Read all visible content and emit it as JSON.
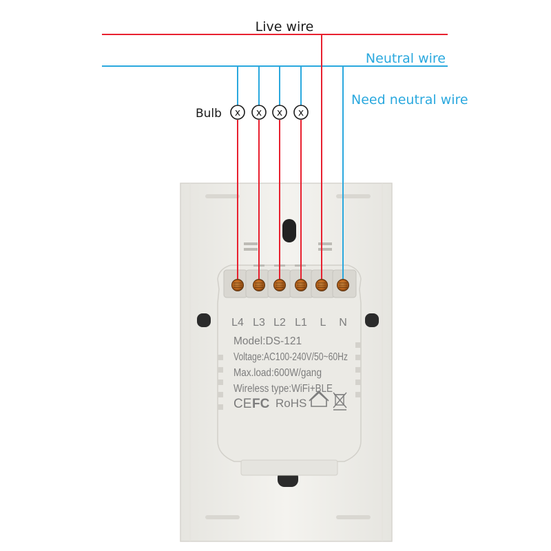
{
  "labels": {
    "live": "Live wire",
    "neutral": "Neutral wire",
    "need_neutral": "Need neutral wire",
    "bulb": "Bulb",
    "bulb_symbol": "x"
  },
  "terminals": [
    "L4",
    "L3",
    "L2",
    "L1",
    "L",
    "N"
  ],
  "specs": {
    "model": "Model:DS-121",
    "voltage": "Voltage:AC100-240V/50~60Hz",
    "max_load": "Max.load:600W/gang",
    "wireless": "Wireless type:WiFi+BLE"
  },
  "marks": {
    "ce": "CE",
    "fc": "FC",
    "rohs": "RoHS"
  },
  "colors": {
    "live": "#e8202f",
    "neutral": "#2aa8de",
    "label_dark": "#1a1a1a",
    "plate": "#f1f0ec",
    "module": "#e9e8e3",
    "terminal": "#c9721e",
    "print": "#7d7d7d"
  }
}
